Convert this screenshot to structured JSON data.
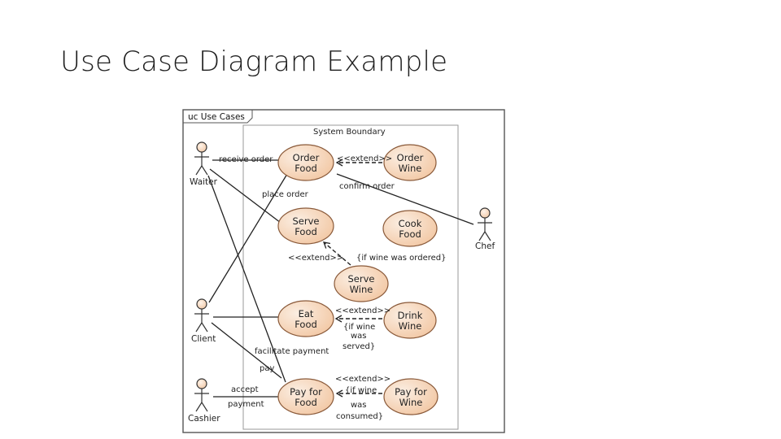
{
  "slide": {
    "title": "Use Case Diagram Example"
  },
  "diagram": {
    "frame_label": "uc Use Cases",
    "boundary_label": "System Boundary",
    "actors": {
      "waiter": "Waiter",
      "client": "Client",
      "cashier": "Cashier",
      "chef": "Chef"
    },
    "use_cases": {
      "order_food": [
        "Order",
        "Food"
      ],
      "order_wine": [
        "Order",
        "Wine"
      ],
      "serve_food": [
        "Serve",
        "Food"
      ],
      "cook_food": [
        "Cook",
        "Food"
      ],
      "serve_wine": [
        "Serve",
        "Wine"
      ],
      "eat_food": [
        "Eat",
        "Food"
      ],
      "drink_wine": [
        "Drink",
        "Wine"
      ],
      "pay_for_food": [
        "Pay for",
        "Food"
      ],
      "pay_for_wine": [
        "Pay for",
        "Wine"
      ]
    },
    "association_labels": {
      "receive_order": "receive order",
      "place_order": "place order",
      "confirm_order": "confirm order",
      "facilitate_payment": "facilitate payment",
      "pay": "pay",
      "accept": "accept",
      "payment": "payment"
    },
    "extend_labels": {
      "order_wine": "<<extend>>",
      "serve_wine": "<<extend>>",
      "drink_wine": "<<extend>>",
      "pay_for_wine": "<<extend>>"
    },
    "conditions": {
      "serve_wine": "{if wine was ordered}",
      "drink_wine": [
        "{if wine",
        "was",
        "served}"
      ],
      "pay_for_wine": [
        "{if wine",
        "was",
        "consumed}"
      ]
    },
    "colors": {
      "usecase_fill_light": "#fbeee2",
      "usecase_fill_dark": "#f2c7a3",
      "usecase_stroke": "#8a5a3a",
      "line": "#222222",
      "actor_fill": "#f6dcc8"
    }
  }
}
